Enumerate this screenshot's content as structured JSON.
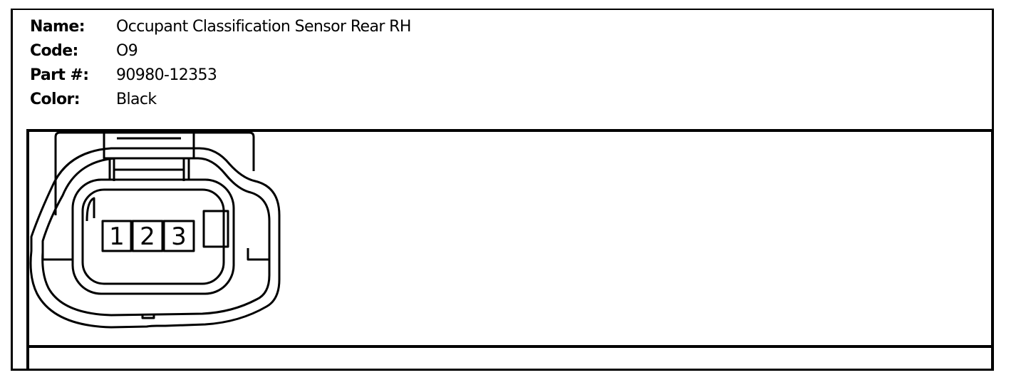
{
  "connector": {
    "name_label": "Name:",
    "name_value": "Occupant Classification Sensor Rear RH",
    "code_label": "Code:",
    "code_value": "O9",
    "part_label": "Part #:",
    "part_value": "90980-12353",
    "color_label": "Color:",
    "color_value": "Black"
  },
  "pins": [
    {
      "number": "1"
    },
    {
      "number": "2"
    },
    {
      "number": "3"
    }
  ]
}
